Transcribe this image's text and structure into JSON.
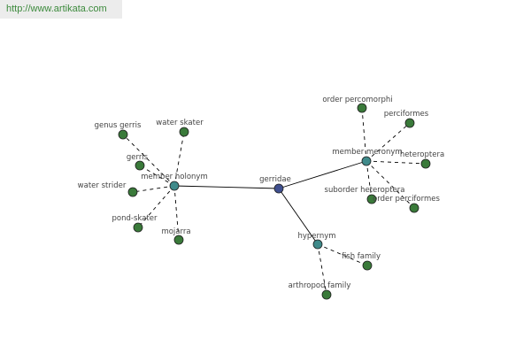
{
  "watermark": "http://www.artikata.com",
  "colors": {
    "center_node": "#3f4f8f",
    "relation_node": "#3f8a8a",
    "leaf_node": "#3a7a3a",
    "edge": "#000000"
  },
  "graph": {
    "center": "gerridae",
    "relations": [
      {
        "id": "member-holonym",
        "label": "member holonym",
        "leaves": [
          "genus gerris",
          "water skater",
          "gerris",
          "water strider",
          "pond-skater",
          "mojarra"
        ]
      },
      {
        "id": "member-meronym",
        "label": "member meronym",
        "leaves": [
          "order percomorphi",
          "perciformes",
          "heteroptera",
          "suborder heteroptera",
          "order perciformes"
        ]
      },
      {
        "id": "hypernym",
        "label": "hypernym",
        "leaves": [
          "fish family",
          "arthropod family"
        ]
      }
    ]
  }
}
